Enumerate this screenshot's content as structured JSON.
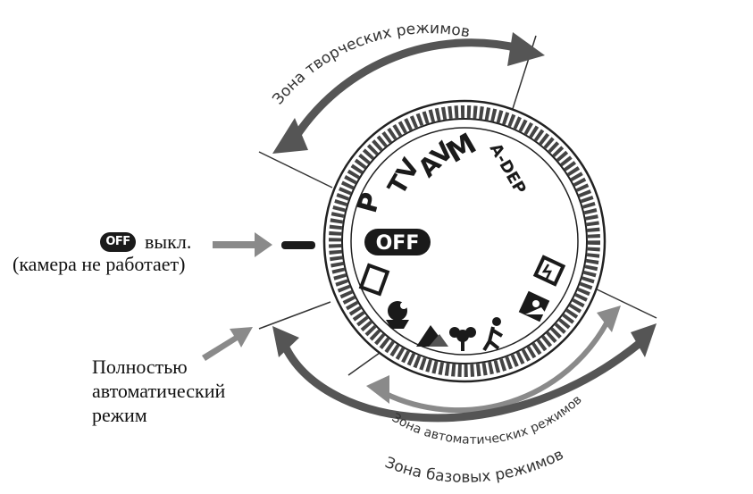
{
  "labels": {
    "off_badge": "OFF",
    "off_text": "выкл.",
    "off_sub": "(камера не работает)",
    "auto_line1": "Полностью",
    "auto_line2": "автоматический",
    "auto_line3": "режим"
  },
  "dial": {
    "off_badge": "OFF",
    "modes": {
      "p": "P",
      "tv": "TV",
      "av": "AV",
      "m": "M",
      "adep": "A-DEP"
    }
  },
  "zones": {
    "creative": "Зона творческих режимов",
    "auto": "Зона автоматических режимов",
    "basic": "Зона базовых режимов"
  },
  "icons": [
    "full-auto-icon",
    "portrait-icon",
    "landscape-icon",
    "macro-icon",
    "sports-icon",
    "night-portrait-icon",
    "flash-off-icon"
  ],
  "colors": {
    "arrow_dark": "#555555",
    "arrow_light": "#8a8a8a",
    "ink": "#1a1a1a"
  }
}
